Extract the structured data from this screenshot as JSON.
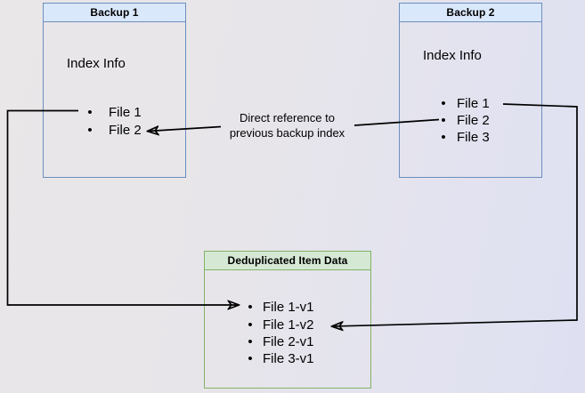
{
  "nodes": {
    "backup1": {
      "title": "Backup 1",
      "section_label": "Index Info",
      "files": [
        "File 1",
        "File 2"
      ]
    },
    "backup2": {
      "title": "Backup 2",
      "section_label": "Index Info",
      "files": [
        "File 1",
        "File 2",
        "File 3"
      ]
    },
    "dedup": {
      "title": "Deduplicated Item Data",
      "files": [
        "File 1-v1",
        "File 1-v2",
        "File 2-v1",
        "File 3-v1"
      ]
    }
  },
  "edges": {
    "direct_reference": {
      "label_line1": "Direct reference to",
      "label_line2": "previous backup index",
      "from": "Backup 2 / File 2",
      "to": "Backup 1 / File 2"
    },
    "backup1_file1_to_dedup": {
      "from": "Backup 1 / File 1",
      "to": "Deduplicated Item Data / File 1-v1"
    },
    "backup2_file1_to_dedup": {
      "from": "Backup 2 / File 1",
      "to": "Deduplicated Item Data / File 1-v2"
    }
  },
  "colors": {
    "blue_node_fill": "#dae8fc",
    "blue_node_border": "#6c8ebf",
    "green_node_fill": "#d5e8d4",
    "green_node_border": "#82b366",
    "arrow": "#000000",
    "background_left": "#e9e7e7",
    "background_right": "#dee0f2"
  }
}
